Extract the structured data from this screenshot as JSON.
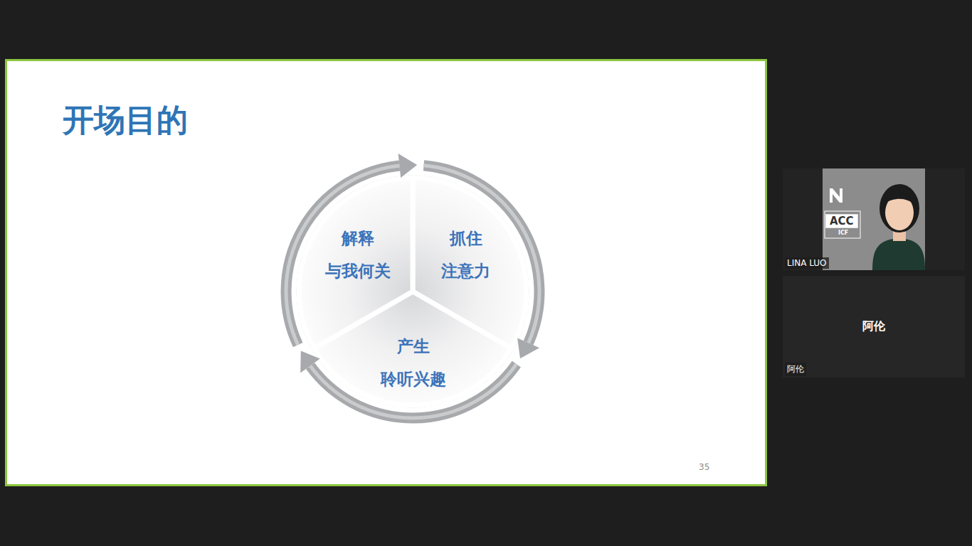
{
  "diagram": {
    "title": "开场目的",
    "nodes": [
      {
        "text": [
          "解释 与我何关"
        ]
      },
      {
        "text": [
          "抓住 注意力"
        ]
      },
      {
        "text": [
          "产生 聆听兴趣"
        ]
      },
      {
        "text": [
          "LINA LUO"
        ]
      },
      {
        "text": [
          "阿伦",
          "阿伦"
        ]
      }
    ],
    "edges": [
      {
        "from": 0,
        "to": 1,
        "arrow": "to"
      },
      {
        "from": 1,
        "to": 2,
        "arrow": "to"
      },
      {
        "from": 2,
        "to": 0,
        "arrow": "to"
      }
    ],
    "labels": [
      "ACC",
      "ICF",
      "35"
    ]
  }
}
